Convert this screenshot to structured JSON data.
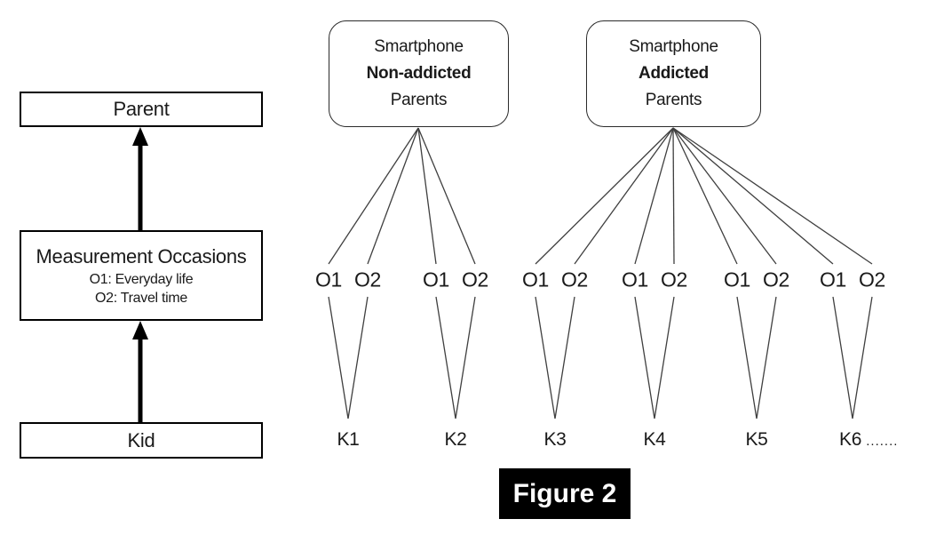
{
  "left_panel": {
    "parent_box": {
      "label": "Parent"
    },
    "measurement_box": {
      "title": "Measurement Occasions",
      "line1": "O1: Everyday life",
      "line2": "O2: Travel time"
    },
    "kid_box": {
      "label": "Kid"
    }
  },
  "right_panel": {
    "groups": [
      {
        "name": "smartphone-non-addicted-parents",
        "box": {
          "line1": "Smartphone",
          "line2": "Non-addicted",
          "line3": "Parents"
        },
        "kids": [
          {
            "label": "K1",
            "occasions": [
              "O1",
              "O2"
            ]
          },
          {
            "label": "K2",
            "occasions": [
              "O1",
              "O2"
            ]
          }
        ]
      },
      {
        "name": "smartphone-addicted-parents",
        "box": {
          "line1": "Smartphone",
          "line2": "Addicted",
          "line3": "Parents"
        },
        "kids": [
          {
            "label": "K3",
            "occasions": [
              "O1",
              "O2"
            ]
          },
          {
            "label": "K4",
            "occasions": [
              "O1",
              "O2"
            ]
          },
          {
            "label": "K5",
            "occasions": [
              "O1",
              "O2"
            ]
          },
          {
            "label": "K6",
            "suffix": ".......",
            "occasions": [
              "O1",
              "O2"
            ]
          }
        ]
      }
    ]
  },
  "caption": "Figure 2",
  "colors": {
    "connector_line": "#3f3f3f",
    "box_border": "#000000",
    "rounded_box_border": "#2b2b2b",
    "arrow": "#000000",
    "caption_bg": "#000000",
    "caption_fg": "#ffffff"
  }
}
